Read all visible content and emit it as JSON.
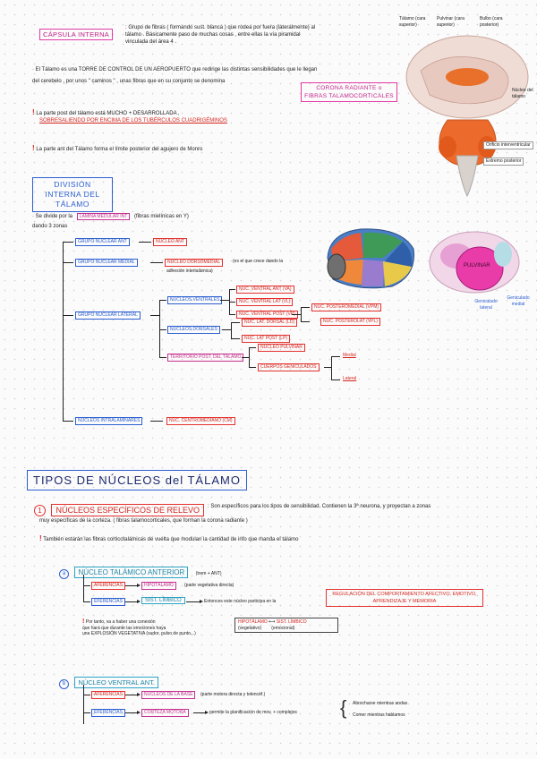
{
  "intro": {
    "capsula_label": "CÁPSULA INTERNA",
    "capsula_text1": ": Grupo de fibras ( formando sust. blanca ) que rodea por fuera (lateralmente) al",
    "capsula_text2": "tálamo . Básicamente paso de muchas cosas , entre ellas la vía piramidal",
    "capsula_text3": "vinculada del área 4 .",
    "talamo_line1": "· El Tálamo es una TORRE DE CONTROL DE UN AEROPUERTO que redirige las distintas sensibilidades que le llegan",
    "talamo_line2": "del cerebelo , por unos \" caminos \" , unas fibras que en su conjunto se denomina",
    "corona_box": "CORONA RADIANTE o FIBRAS TALAMOCORTICALES",
    "post_line1": "La parte post del tálamo está MUCHO + DESARROLLADA ,",
    "post_line2": "SOBRESALIENDO POR ENCIMA DE LOS TUBÉRCULOS CUADRIGÉMINOS",
    "ant_line": "La parte ant del Tálamo forma el límite posterior del agujero de Monro"
  },
  "brain_figure": {
    "labels": [
      "Tálamo (cara superior)",
      "Pulvinar (cara superior)",
      "Bulbo (cara posterior)",
      "Núcleo del tálamo",
      "Orificio interventricular",
      "Extremo posterior"
    ]
  },
  "division": {
    "title": "DIVISIÓN INTERNA DEL TÁLAMO",
    "intro1": "· Se divide por la",
    "lamina": "LÁMINA MEDULAR INT",
    "intro2": "(fibras mielínicas en Y)",
    "intro3": "dando 3 zonas",
    "tree": {
      "ant": {
        "label": "GRUPO NUCLEAR ANT",
        "child": "NÚCLEO ANT"
      },
      "medial": {
        "label": "GRUPO NUCLEAR MEDIAL",
        "child": "NÚCLEO DORSOMEDIAL",
        "note1": "(es el que crece dando la",
        "note2": "adhesión intertalámica)"
      },
      "lateral": {
        "label": "GRUPO NUCLEAR LATERAL",
        "ventrales": "NÚCLEOS VENTRALES",
        "v1": "NÚC. VENTRAL ANT (VA)",
        "v2": "NÚC. VENTRAL LAT (VL)",
        "v3": "NÚC. VENTRAL POST (VP)",
        "vp1": "NÚC. POSTEROMEDIAL (VPM)",
        "vp2": "NÚC. POSTEROLAT (VPL)",
        "dorsales": "NÚCLEOS DORSALES",
        "d1": "NÚC. LAT. DORSAL (LD)",
        "d2": "NÚC. LAT POST (LP)",
        "territorio": "TERRITORIO POST. DEL TÁLAMO",
        "t1": "NÚCLEO PULVINAR",
        "t2": "CUERPOS GENICULADOS",
        "g1": "Medial",
        "g2": "Lateral"
      },
      "intra": {
        "label": "NÚCLEOS INTRALAMINARES",
        "child": "NÚC. CENTROMEDIANO (CM)"
      }
    },
    "fig_labels": {
      "pulvinar": "PULVINAR",
      "gen_lat": "Geniculado lateral",
      "gen_med": "Geniculado medial"
    }
  },
  "tipos": {
    "title": "TIPOS DE NÚCLEOS del TÁLAMO",
    "n1": "1",
    "especificos": "NÚCLEOS ESPECÍFICOS DE RELEVO",
    "esp_text1": ": Son específicos para los tipos de sensibilidad. Contienen la 3ª neurona, y proyectan a zonas",
    "esp_text2": "muy específicas de la corteza. ( fibras talamocorticales, que forman la corona radiante )",
    "esp_note": "También estarán las fibras corticotalámicas de vuelta que modulan la cantidad de info que manda el tálamo",
    "a": {
      "letter": "a",
      "label": "NÚCLEO TALÁMICO ANTERIOR",
      "tag": "(trem + ANT)",
      "aferencias": "AFERENCIAS",
      "af_target": "HIPOTÁLAMO",
      "af_note": "(parte vegetativa directa)",
      "eferencias": "EFERENCIAS",
      "ef_target": "SIST. LÍMBICO",
      "ef_note": "Entonces este núcleo participa en la",
      "reg_box": "REGULACIÓN DEL COMPORTAMIENTO AFECTIVO, EMOTIVO, APRENDIZAJE Y MEMORIA",
      "por_tanto1": "Por tanto, va a haber una conexión",
      "por_tanto2": "que hará que durante las emociones haya",
      "por_tanto3": "una EXPLOSIÓN VEGETATIVA (sudor, pulso de punto...)",
      "hipo": "HIPOTÁLAMO",
      "hipo_sub": "(vegetativo)",
      "limb": "SIST. LÍMBICO",
      "limb_sub": "(emocional)"
    },
    "b": {
      "letter": "b",
      "label": "NÚCLEO VENTRAL ANT.",
      "aferencias": "AFERENCIAS",
      "af_target": "NÚCLEOS DE LA BASE",
      "af_note": "(parte motora directa y telencéf.)",
      "eferencias": "EFERENCIAS",
      "ef_target": "CORTEZA MOTORA",
      "ef_note": "permite la planificación de mov. + complejos",
      "out1": "Abrocharse mientras andas",
      "out2": "Comer mientras hablamos"
    }
  }
}
